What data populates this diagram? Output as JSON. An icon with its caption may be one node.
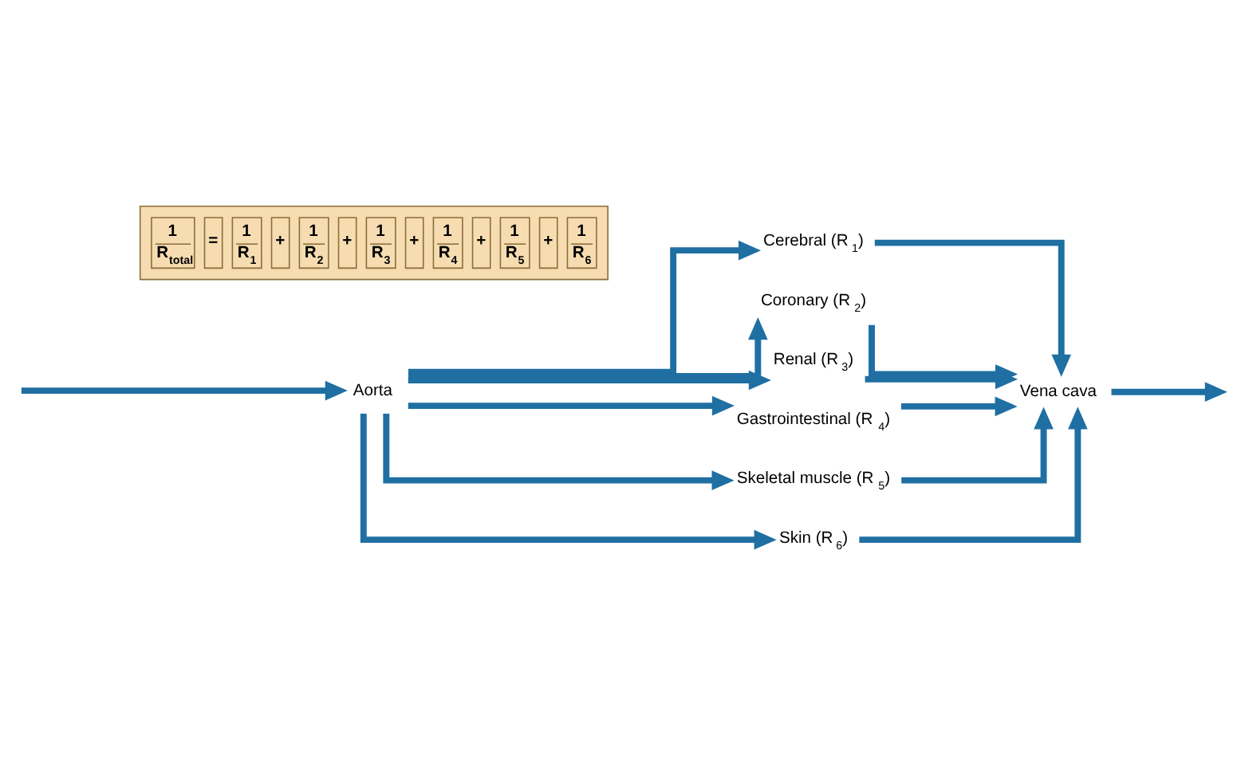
{
  "diagram": {
    "nodes": [
      {
        "text": [
          "Aorta"
        ]
      },
      {
        "text": [
          "Cerebral (R$_{1}$)"
        ]
      },
      {
        "text": [
          "Coronary (R$_{2}$)"
        ]
      },
      {
        "text": [
          "Renal (R$_{3}$)"
        ]
      },
      {
        "text": [
          "Gastrointestinal (R$_{4}$)"
        ]
      },
      {
        "text": [
          "Skeletal muscle (R$_{5}$)"
        ]
      },
      {
        "text": [
          "Skin (R$_{6}$)"
        ]
      },
      {
        "text": [
          "Vena cava"
        ]
      }
    ],
    "edges": [
      {
        "from": null,
        "to": 0,
        "arrow": "to"
      },
      {
        "from": 0,
        "to": 1,
        "arrow": "to"
      },
      {
        "from": 0,
        "to": 2,
        "arrow": "to"
      },
      {
        "from": 0,
        "to": 3,
        "arrow": "to"
      },
      {
        "from": 0,
        "to": 4,
        "arrow": "to"
      },
      {
        "from": 0,
        "to": 5,
        "arrow": "to"
      },
      {
        "from": 0,
        "to": 6,
        "arrow": "to"
      },
      {
        "from": 1,
        "to": 7,
        "arrow": "to"
      },
      {
        "from": 2,
        "to": 7,
        "arrow": "to"
      },
      {
        "from": 3,
        "to": 7,
        "arrow": "to"
      },
      {
        "from": 4,
        "to": 7,
        "arrow": "to"
      },
      {
        "from": 5,
        "to": 7,
        "arrow": "to"
      },
      {
        "from": 6,
        "to": 7,
        "arrow": "to"
      },
      {
        "from": 7,
        "to": null,
        "arrow": "to"
      }
    ],
    "labels": [
      "1",
      "R$_{total}$",
      "=",
      "1",
      "R$_{1}$",
      "+",
      "1",
      "R$_{2}$",
      "+",
      "1",
      "R$_{3}$",
      "+",
      "1",
      "R$_{4}$",
      "+",
      "1",
      "R$_{5}$",
      "+",
      "1",
      "R$_{6}$"
    ]
  }
}
